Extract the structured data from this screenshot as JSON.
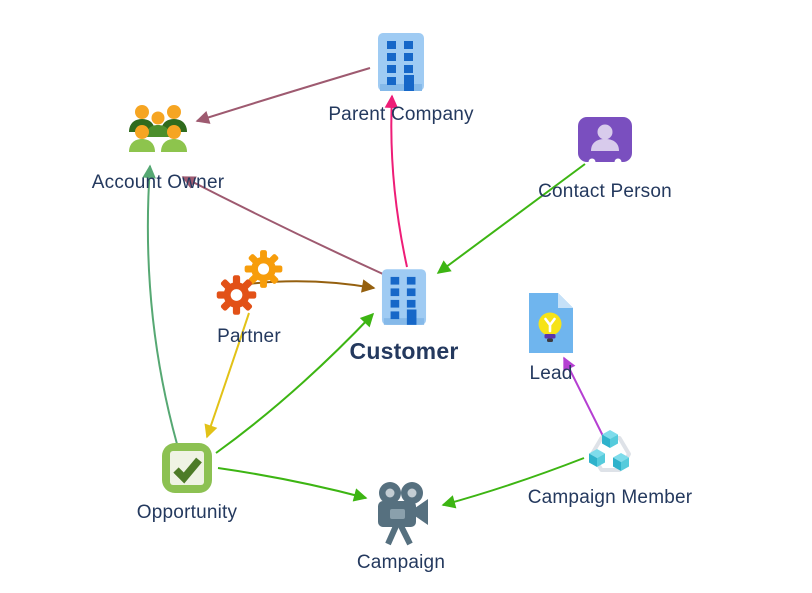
{
  "diagram": {
    "background_color": "#FFFFFF",
    "label_color": "#24395E",
    "nodes": [
      {
        "id": "parent-company",
        "label": "Parent Company",
        "icon": "building-icon"
      },
      {
        "id": "account-owner",
        "label": "Account Owner",
        "icon": "people-group-icon"
      },
      {
        "id": "contact-person",
        "label": "Contact Person",
        "icon": "person-card-icon"
      },
      {
        "id": "partner",
        "label": "Partner",
        "icon": "gears-icon"
      },
      {
        "id": "customer",
        "label": "Customer",
        "icon": "building-icon",
        "emphasis": "bold"
      },
      {
        "id": "lead",
        "label": "Lead",
        "icon": "document-lightbulb-icon"
      },
      {
        "id": "opportunity",
        "label": "Opportunity",
        "icon": "checkmark-box-icon"
      },
      {
        "id": "campaign-member",
        "label": "Campaign Member",
        "icon": "cubes-hexagon-icon"
      },
      {
        "id": "campaign",
        "label": "Campaign",
        "icon": "movie-camera-icon"
      }
    ],
    "edges": [
      {
        "from": "parent-company",
        "to": "account-owner",
        "color": "#9E5A70"
      },
      {
        "from": "customer",
        "to": "account-owner",
        "color": "#9E5A70"
      },
      {
        "from": "customer",
        "to": "parent-company",
        "color": "#EE1D77"
      },
      {
        "from": "contact-person",
        "to": "customer",
        "color": "#3DB513"
      },
      {
        "from": "partner",
        "to": "customer",
        "color": "#95600F"
      },
      {
        "from": "partner",
        "to": "opportunity",
        "color": "#E2C217"
      },
      {
        "from": "opportunity",
        "to": "customer",
        "color": "#3DB513"
      },
      {
        "from": "opportunity",
        "to": "account-owner",
        "color": "#56A873"
      },
      {
        "from": "opportunity",
        "to": "campaign",
        "color": "#3DB513"
      },
      {
        "from": "campaign-member",
        "to": "campaign",
        "color": "#3DB513"
      },
      {
        "from": "campaign-member",
        "to": "lead",
        "color": "#B53FD2"
      }
    ]
  }
}
